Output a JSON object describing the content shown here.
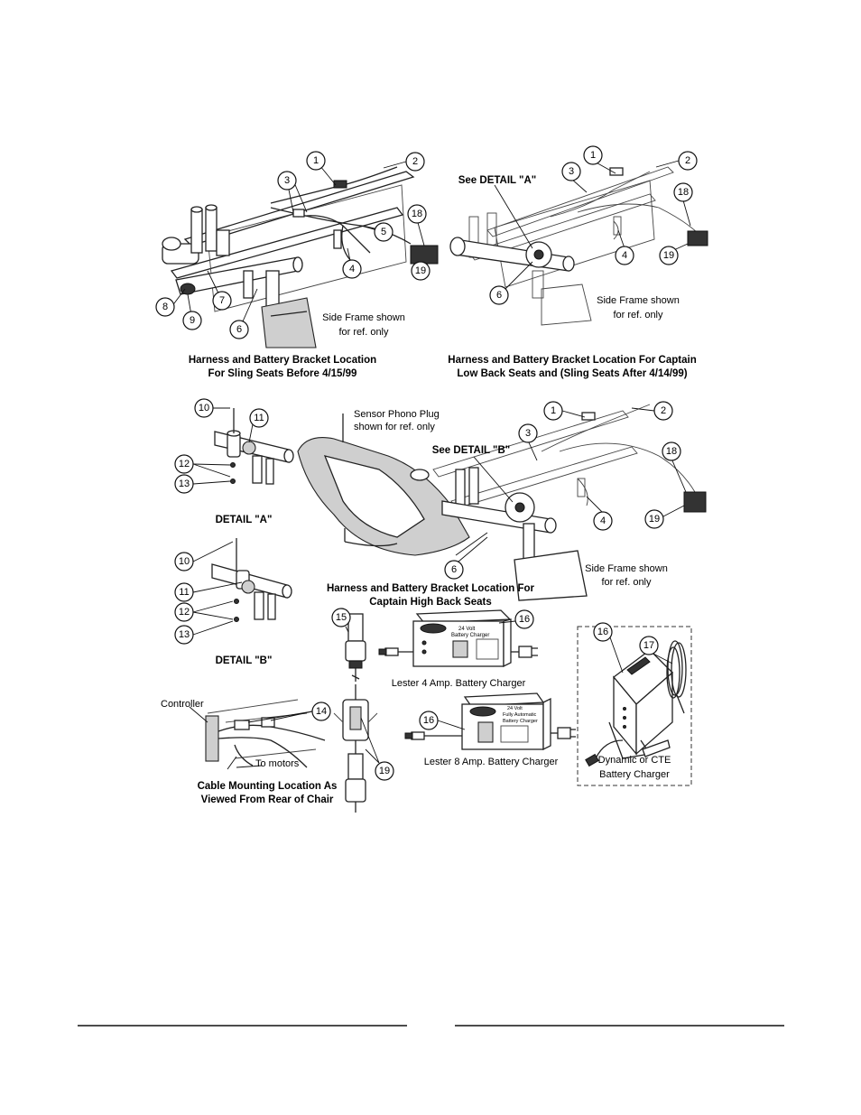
{
  "callouts": {
    "a1": "1",
    "a2": "2",
    "a3": "3",
    "a4": "4",
    "a5": "5",
    "a6": "6",
    "a7": "7",
    "a8": "8",
    "a9": "9",
    "a18": "18",
    "a19": "19",
    "b1": "1",
    "b2": "2",
    "b3": "3",
    "b4": "4",
    "b6": "6",
    "b18": "18",
    "b19": "19",
    "da10": "10",
    "da11": "11",
    "da12": "12",
    "da13": "13",
    "c1": "1",
    "c2": "2",
    "c3": "3",
    "c4": "4",
    "c6": "6",
    "c18": "18",
    "c19": "19",
    "db10": "10",
    "db11": "11",
    "db12": "12",
    "db13": "13",
    "d15": "15",
    "d16a": "16",
    "d16b": "16",
    "d16c": "16",
    "d17": "17",
    "d14": "14",
    "d19": "19"
  },
  "labels": {
    "fig1_side_frame_1": "Side Frame shown",
    "fig1_side_frame_2": "for ref. only",
    "fig1_caption_1": "Harness and Battery Bracket Location",
    "fig1_caption_2": "For Sling Seats Before 4/15/99",
    "fig2_see_detail": "See DETAIL \"A\"",
    "fig2_side_frame_1": "Side Frame shown",
    "fig2_side_frame_2": "for ref. only",
    "fig2_caption_1": "Harness and Battery Bracket Location For Captain",
    "fig2_caption_2": "Low Back Seats and (Sling Seats After 4/14/99)",
    "detail_a": "DETAIL \"A\"",
    "detail_b": "DETAIL \"B\"",
    "sensor_1": "Sensor Phono Plug",
    "sensor_2": "shown for ref. only",
    "fig3_see_detail": "See DETAIL \"B\"",
    "fig3_side_frame_1": "Side Frame shown",
    "fig3_side_frame_2": "for ref. only",
    "fig3_caption_1": "Harness and Battery Bracket Location For",
    "fig3_caption_2": "Captain High Back Seats",
    "lester4": "Lester 4 Amp. Battery Charger",
    "lester8": "Lester 8 Amp. Battery Charger",
    "dynamic_1": "Dynamic or CTE",
    "dynamic_2": "Battery Charger",
    "controller": "Controller",
    "to_motors": "To motors",
    "cable_caption_1": "Cable Mounting Location  As",
    "cable_caption_2": "Viewed From Rear of Chair",
    "charger4_face_1": "24 Volt",
    "charger4_face_2": "Battery Charger",
    "charger8_face_1": "24 Volt",
    "charger8_face_2": "Fully Automatic",
    "charger8_face_3": "Battery Charger"
  }
}
